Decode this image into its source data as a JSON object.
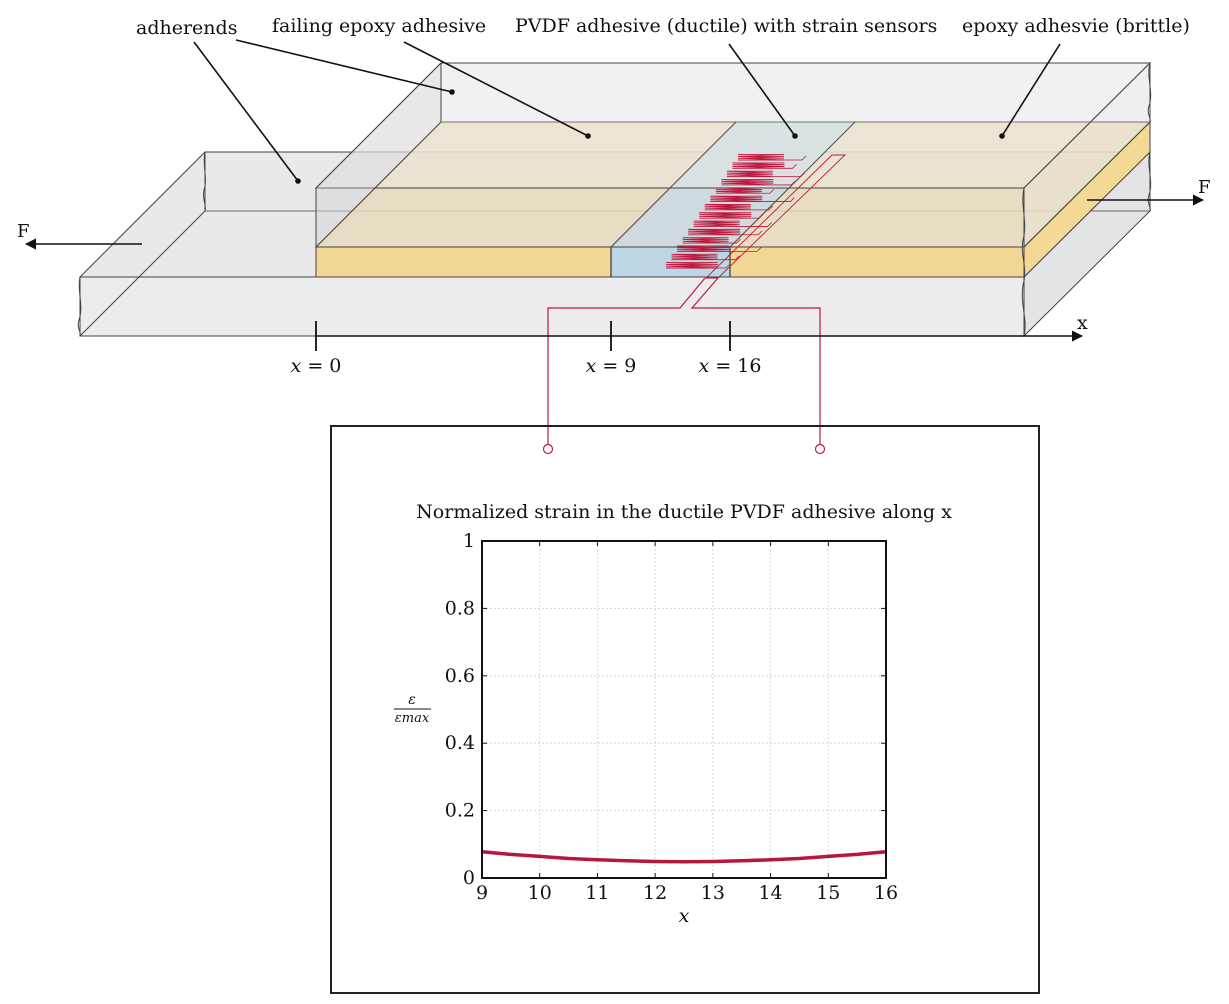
{
  "callouts": {
    "adherends": "adherends",
    "failing_epoxy": "failing epoxy adhesive",
    "pvdf": "PVDF adhesive (ductile) with strain sensors",
    "epoxy_brittle": "epoxy adhesvie (brittle)"
  },
  "forces": {
    "left": "F",
    "right": "F"
  },
  "axis": {
    "label": "x",
    "positions": [
      {
        "label_var": "x",
        "label_eq": " = 0"
      },
      {
        "label_var": "x",
        "label_eq": " = 9"
      },
      {
        "label_var": "x",
        "label_eq": " = 16"
      }
    ]
  },
  "colors": {
    "adherend": "#e9e9eb",
    "epoxy": "#f2dca4",
    "pvdf": "#c6dbe6",
    "sensor": "#c0183c",
    "strain_curve": "#b5173f"
  },
  "chart_data": {
    "type": "line",
    "title": "Normalized strain in the ductile PVDF adhesive along x",
    "xlabel": "x",
    "ylabel": "ε / ε_max",
    "ylabel_num": "ε",
    "ylabel_den": "εmax",
    "xlim": [
      9,
      16
    ],
    "ylim": [
      0,
      1
    ],
    "x_ticks": [
      9,
      10,
      11,
      12,
      13,
      14,
      15,
      16
    ],
    "y_ticks": [
      0,
      0.2,
      0.4,
      0.6,
      0.8,
      1
    ],
    "y_tick_labels": [
      "0",
      "0.2",
      "0.4",
      "0.6",
      "0.8",
      "1"
    ],
    "grid": true,
    "series": [
      {
        "x": [
          9,
          9.5,
          10,
          10.5,
          11,
          11.5,
          12,
          12.5,
          13,
          13.5,
          14,
          14.5,
          15,
          15.5,
          16
        ],
        "y": [
          0.078,
          0.07,
          0.064,
          0.058,
          0.054,
          0.051,
          0.049,
          0.048,
          0.049,
          0.051,
          0.054,
          0.058,
          0.064,
          0.07,
          0.078
        ]
      }
    ]
  }
}
